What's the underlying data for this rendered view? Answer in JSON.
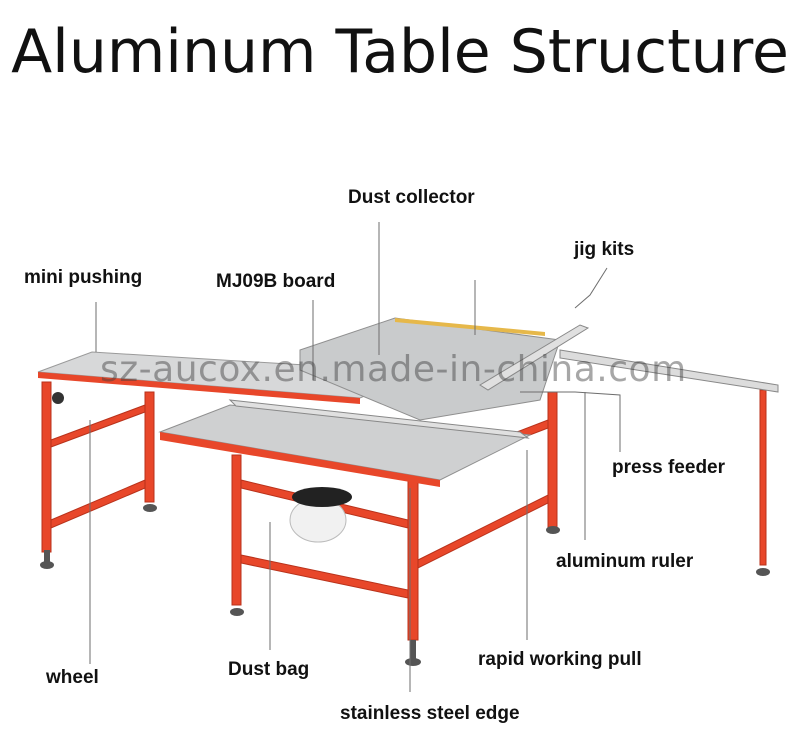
{
  "title": "Aluminum Table Structure",
  "watermark": "sz-aucox.en.made-in-china.com",
  "labels": {
    "dust_collector": "Dust collector",
    "jig_kits": "jig kits",
    "mini_pushing": "mini pushing",
    "mj09b_board": "MJ09B board",
    "press_feeder": "press feeder",
    "aluminum_ruler": "aluminum ruler",
    "rapid_working_pull": "rapid working pull",
    "wheel": "wheel",
    "dust_bag": "Dust bag",
    "stainless_steel_edge": "stainless steel edge"
  },
  "colors": {
    "frame": "#e8472a",
    "frame_dark": "#b8321b",
    "table_top": "#c9cbcc",
    "fence": "#d9d9d9",
    "yellow_rule": "#e6b84a"
  }
}
